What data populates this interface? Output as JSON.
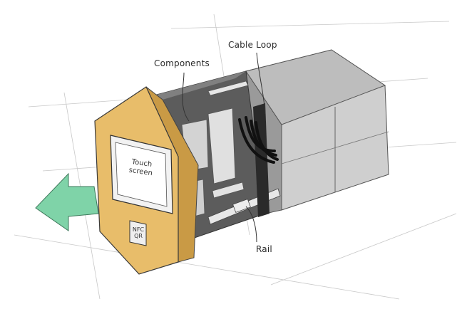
{
  "labels": {
    "cable_loop": "Cable Loop",
    "components": "Components",
    "rail": "Rail"
  },
  "screen": {
    "line1": "Touch",
    "line2": "screen"
  },
  "nfc_tag": {
    "line1": "NFC",
    "line2": "QR"
  },
  "colors": {
    "front_panel": "#e8bd6a",
    "front_edge": "#c99a45",
    "housing": "#c9c9c9",
    "housing_dark": "#a9a9a9",
    "interior": "#5a5a5a",
    "arrow": "#7fd3a8",
    "cables": "#111111"
  },
  "icons": {
    "direction_arrow": "arrow-left-icon"
  }
}
